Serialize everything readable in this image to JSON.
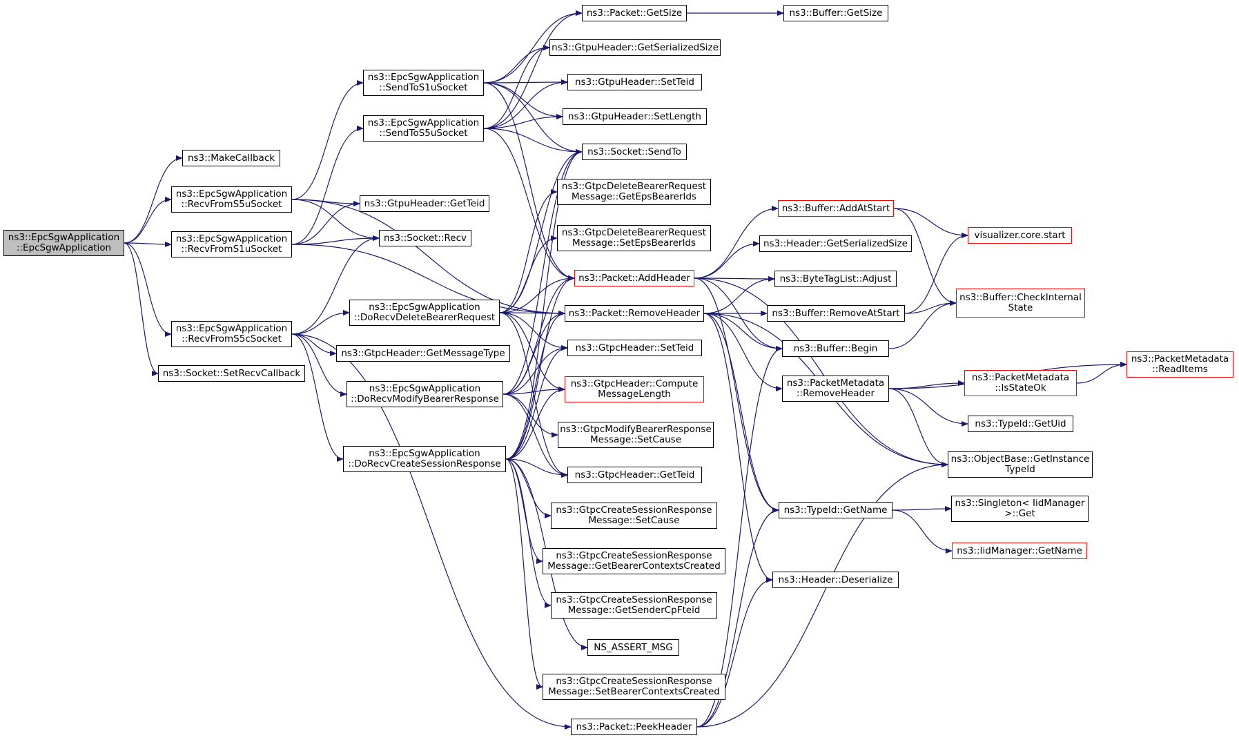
{
  "colors": {
    "edge": "#191970",
    "border_default": "#000000",
    "border_red": "#ff0000",
    "root_fill": "#bfbfbf"
  },
  "nodes": [
    {
      "id": "root",
      "lines": [
        "ns3::EpcSgwApplication",
        "::EpcSgwApplication"
      ],
      "style": "root"
    },
    {
      "id": "makecb",
      "lines": [
        "ns3::MakeCallback"
      ],
      "style": "normal"
    },
    {
      "id": "rs5u",
      "lines": [
        "ns3::EpcSgwApplication",
        "::RecvFromS5uSocket"
      ],
      "style": "normal"
    },
    {
      "id": "rs1u",
      "lines": [
        "ns3::EpcSgwApplication",
        "::RecvFromS1uSocket"
      ],
      "style": "normal"
    },
    {
      "id": "rs5c",
      "lines": [
        "ns3::EpcSgwApplication",
        "::RecvFromS5cSocket"
      ],
      "style": "normal"
    },
    {
      "id": "setrecv",
      "lines": [
        "ns3::Socket::SetRecvCallback"
      ],
      "style": "normal"
    },
    {
      "id": "sts1u",
      "lines": [
        "ns3::EpcSgwApplication",
        "::SendToS1uSocket"
      ],
      "style": "normal"
    },
    {
      "id": "sts5u",
      "lines": [
        "ns3::EpcSgwApplication",
        "::SendToS5uSocket"
      ],
      "style": "normal"
    },
    {
      "id": "gtpugetteid",
      "lines": [
        "ns3::GtpuHeader::GetTeid"
      ],
      "style": "normal"
    },
    {
      "id": "recv",
      "lines": [
        "ns3::Socket::Recv"
      ],
      "style": "normal"
    },
    {
      "id": "drdbr",
      "lines": [
        "ns3::EpcSgwApplication",
        "::DoRecvDeleteBearerRequest"
      ],
      "style": "normal"
    },
    {
      "id": "gcgmt",
      "lines": [
        "ns3::GtpcHeader::GetMessageType"
      ],
      "style": "normal"
    },
    {
      "id": "drmbr",
      "lines": [
        "ns3::EpcSgwApplication",
        "::DoRecvModifyBearerResponse"
      ],
      "style": "normal"
    },
    {
      "id": "drcsr",
      "lines": [
        "ns3::EpcSgwApplication",
        "::DoRecvCreateSessionResponse"
      ],
      "style": "normal"
    },
    {
      "id": "pkgetsize",
      "lines": [
        "ns3::Packet::GetSize"
      ],
      "style": "normal"
    },
    {
      "id": "gtpuser",
      "lines": [
        "ns3::GtpuHeader::GetSerializedSize"
      ],
      "style": "normal"
    },
    {
      "id": "gtpusetteid",
      "lines": [
        "ns3::GtpuHeader::SetTeid"
      ],
      "style": "normal"
    },
    {
      "id": "gtpusetlen",
      "lines": [
        "ns3::GtpuHeader::SetLength"
      ],
      "style": "normal"
    },
    {
      "id": "sendto",
      "lines": [
        "ns3::Socket::SendTo"
      ],
      "style": "normal"
    },
    {
      "id": "gdbrget",
      "lines": [
        "ns3::GtpcDeleteBearerRequest",
        "Message::GetEpsBearerIds"
      ],
      "style": "normal"
    },
    {
      "id": "gdbrset",
      "lines": [
        "ns3::GtpcDeleteBearerRequest",
        "Message::SetEpsBearerIds"
      ],
      "style": "normal"
    },
    {
      "id": "addheader",
      "lines": [
        "ns3::Packet::AddHeader"
      ],
      "style": "red"
    },
    {
      "id": "removeheader",
      "lines": [
        "ns3::Packet::RemoveHeader"
      ],
      "style": "normal"
    },
    {
      "id": "gcsetteid",
      "lines": [
        "ns3::GtpcHeader::SetTeid"
      ],
      "style": "normal"
    },
    {
      "id": "gccompute",
      "lines": [
        "ns3::GtpcHeader::Compute",
        "MessageLength"
      ],
      "style": "red"
    },
    {
      "id": "gmbrsetcause",
      "lines": [
        "ns3::GtpcModifyBearerResponse",
        "Message::SetCause"
      ],
      "style": "normal"
    },
    {
      "id": "gcgetteid",
      "lines": [
        "ns3::GtpcHeader::GetTeid"
      ],
      "style": "normal"
    },
    {
      "id": "gcsrsetcause",
      "lines": [
        "ns3::GtpcCreateSessionResponse",
        "Message::SetCause"
      ],
      "style": "normal"
    },
    {
      "id": "gcsrgetbcc",
      "lines": [
        "ns3::GtpcCreateSessionResponse",
        "Message::GetBearerContextsCreated"
      ],
      "style": "normal"
    },
    {
      "id": "gcsrgetcpf",
      "lines": [
        "ns3::GtpcCreateSessionResponse",
        "Message::GetSenderCpFteid"
      ],
      "style": "normal"
    },
    {
      "id": "assertmsg",
      "lines": [
        "NS_ASSERT_MSG"
      ],
      "style": "normal"
    },
    {
      "id": "gcsrsetbcc",
      "lines": [
        "ns3::GtpcCreateSessionResponse",
        "Message::SetBearerContextsCreated"
      ],
      "style": "normal"
    },
    {
      "id": "peekheader",
      "lines": [
        "ns3::Packet::PeekHeader"
      ],
      "style": "normal"
    },
    {
      "id": "bufgetsize",
      "lines": [
        "ns3::Buffer::GetSize"
      ],
      "style": "normal"
    },
    {
      "id": "addatstart",
      "lines": [
        "ns3::Buffer::AddAtStart"
      ],
      "style": "red"
    },
    {
      "id": "hdrgetser",
      "lines": [
        "ns3::Header::GetSerializedSize"
      ],
      "style": "normal"
    },
    {
      "id": "btladjust",
      "lines": [
        "ns3::ByteTagList::Adjust"
      ],
      "style": "normal"
    },
    {
      "id": "removeatstart",
      "lines": [
        "ns3::Buffer::RemoveAtStart"
      ],
      "style": "normal"
    },
    {
      "id": "bufbegin",
      "lines": [
        "ns3::Buffer::Begin"
      ],
      "style": "normal"
    },
    {
      "id": "pmremovehdr",
      "lines": [
        "ns3::PacketMetadata",
        "::RemoveHeader"
      ],
      "style": "normal"
    },
    {
      "id": "typegetname",
      "lines": [
        "ns3::TypeId::GetName"
      ],
      "style": "normal"
    },
    {
      "id": "hdrdeser",
      "lines": [
        "ns3::Header::Deserialize"
      ],
      "style": "normal"
    },
    {
      "id": "viz",
      "lines": [
        "visualizer.core.start"
      ],
      "style": "red"
    },
    {
      "id": "checkinternal",
      "lines": [
        "ns3::Buffer::CheckInternal",
        "State"
      ],
      "style": "red"
    },
    {
      "id": "pmisstateok",
      "lines": [
        "ns3::PacketMetadata",
        "::IsStateOk"
      ],
      "style": "red"
    },
    {
      "id": "typegetuid",
      "lines": [
        "ns3::TypeId::GetUid"
      ],
      "style": "normal"
    },
    {
      "id": "obgetinst",
      "lines": [
        "ns3::ObjectBase::GetInstance",
        "TypeId"
      ],
      "style": "normal"
    },
    {
      "id": "singleton",
      "lines": [
        "ns3::Singleton< IidManager",
        ">::Get"
      ],
      "style": "normal"
    },
    {
      "id": "iidgetname",
      "lines": [
        "ns3::IidManager::GetName"
      ],
      "style": "red"
    },
    {
      "id": "pmreaditems",
      "lines": [
        "ns3::PacketMetadata",
        "::ReadItems"
      ],
      "style": "red"
    }
  ],
  "edges": [
    [
      "root",
      "makecb"
    ],
    [
      "root",
      "rs5u"
    ],
    [
      "root",
      "rs1u"
    ],
    [
      "root",
      "rs5c"
    ],
    [
      "root",
      "setrecv"
    ],
    [
      "rs5u",
      "sts1u"
    ],
    [
      "rs5u",
      "gtpugetteid"
    ],
    [
      "rs5u",
      "recv"
    ],
    [
      "rs5u",
      "removeheader"
    ],
    [
      "rs1u",
      "sts5u"
    ],
    [
      "rs1u",
      "gtpugetteid"
    ],
    [
      "rs1u",
      "recv"
    ],
    [
      "rs1u",
      "removeheader"
    ],
    [
      "rs5c",
      "recv"
    ],
    [
      "rs5c",
      "drdbr"
    ],
    [
      "rs5c",
      "gcgmt"
    ],
    [
      "rs5c",
      "drmbr"
    ],
    [
      "rs5c",
      "drcsr"
    ],
    [
      "rs5c",
      "peekheader"
    ],
    [
      "sts1u",
      "pkgetsize"
    ],
    [
      "sts1u",
      "gtpuser"
    ],
    [
      "sts1u",
      "gtpusetteid"
    ],
    [
      "sts1u",
      "gtpusetlen"
    ],
    [
      "sts1u",
      "sendto"
    ],
    [
      "sts1u",
      "addheader"
    ],
    [
      "sts5u",
      "pkgetsize"
    ],
    [
      "sts5u",
      "gtpuser"
    ],
    [
      "sts5u",
      "gtpusetteid"
    ],
    [
      "sts5u",
      "gtpusetlen"
    ],
    [
      "sts5u",
      "sendto"
    ],
    [
      "sts5u",
      "addheader"
    ],
    [
      "drdbr",
      "sendto"
    ],
    [
      "drdbr",
      "gdbrget"
    ],
    [
      "drdbr",
      "gdbrset"
    ],
    [
      "drdbr",
      "addheader"
    ],
    [
      "drdbr",
      "removeheader"
    ],
    [
      "drdbr",
      "gcsetteid"
    ],
    [
      "drdbr",
      "gccompute"
    ],
    [
      "drdbr",
      "gcgetteid"
    ],
    [
      "drmbr",
      "sendto"
    ],
    [
      "drmbr",
      "addheader"
    ],
    [
      "drmbr",
      "removeheader"
    ],
    [
      "drmbr",
      "gcsetteid"
    ],
    [
      "drmbr",
      "gccompute"
    ],
    [
      "drmbr",
      "gmbrsetcause"
    ],
    [
      "drmbr",
      "gcgetteid"
    ],
    [
      "drcsr",
      "sendto"
    ],
    [
      "drcsr",
      "addheader"
    ],
    [
      "drcsr",
      "removeheader"
    ],
    [
      "drcsr",
      "gcsetteid"
    ],
    [
      "drcsr",
      "gccompute"
    ],
    [
      "drcsr",
      "gcgetteid"
    ],
    [
      "drcsr",
      "gcsrsetcause"
    ],
    [
      "drcsr",
      "gcsrgetbcc"
    ],
    [
      "drcsr",
      "gcsrgetcpf"
    ],
    [
      "drcsr",
      "assertmsg"
    ],
    [
      "drcsr",
      "gcsrsetbcc"
    ],
    [
      "pkgetsize",
      "bufgetsize"
    ],
    [
      "addheader",
      "addatstart"
    ],
    [
      "addheader",
      "hdrgetser"
    ],
    [
      "addheader",
      "btladjust"
    ],
    [
      "addheader",
      "bufbegin"
    ],
    [
      "addheader",
      "typegetname"
    ],
    [
      "addheader",
      "obgetinst"
    ],
    [
      "removeheader",
      "btladjust"
    ],
    [
      "removeheader",
      "removeatstart"
    ],
    [
      "removeheader",
      "bufbegin"
    ],
    [
      "removeheader",
      "pmremovehdr"
    ],
    [
      "removeheader",
      "typegetname"
    ],
    [
      "removeheader",
      "hdrdeser"
    ],
    [
      "removeheader",
      "obgetinst"
    ],
    [
      "peekheader",
      "bufbegin"
    ],
    [
      "peekheader",
      "typegetname"
    ],
    [
      "peekheader",
      "hdrdeser"
    ],
    [
      "peekheader",
      "obgetinst"
    ],
    [
      "addatstart",
      "viz"
    ],
    [
      "addatstart",
      "checkinternal"
    ],
    [
      "removeatstart",
      "viz"
    ],
    [
      "removeatstart",
      "checkinternal"
    ],
    [
      "bufbegin",
      "checkinternal"
    ],
    [
      "pmremovehdr",
      "pmreaditems"
    ],
    [
      "pmremovehdr",
      "pmisstateok"
    ],
    [
      "pmremovehdr",
      "typegetuid"
    ],
    [
      "pmremovehdr",
      "obgetinst"
    ],
    [
      "pmisstateok",
      "pmreaditems"
    ],
    [
      "typegetname",
      "singleton"
    ],
    [
      "typegetname",
      "iidgetname"
    ]
  ]
}
